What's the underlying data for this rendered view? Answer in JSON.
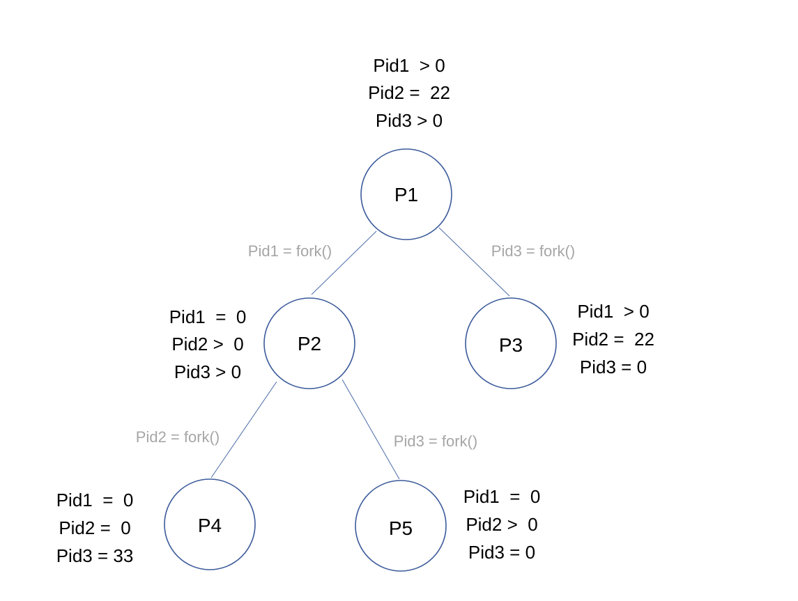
{
  "nodes": [
    {
      "id": "p1",
      "label": "P1",
      "vars": [
        "Pid1  > 0",
        "Pid2 =  22",
        "Pid3 > 0"
      ]
    },
    {
      "id": "p2",
      "label": "P2",
      "vars": [
        "Pid1  =  0",
        "Pid2 >  0",
        "Pid3 > 0"
      ]
    },
    {
      "id": "p3",
      "label": "P3",
      "vars": [
        "Pid1  > 0",
        "Pid2 =  22",
        "Pid3 = 0"
      ]
    },
    {
      "id": "p4",
      "label": "P4",
      "vars": [
        "Pid1  =  0",
        "Pid2 =  0",
        "Pid3 = 33"
      ]
    },
    {
      "id": "p5",
      "label": "P5",
      "vars": [
        "Pid1  =  0",
        "Pid2 >  0",
        "Pid3 = 0"
      ]
    }
  ],
  "edges": [
    {
      "from": "p1",
      "to": "p2",
      "label": "Pid1 = fork()"
    },
    {
      "from": "p1",
      "to": "p3",
      "label": "Pid3 = fork()"
    },
    {
      "from": "p2",
      "to": "p4",
      "label": "Pid2 = fork()"
    },
    {
      "from": "p2",
      "to": "p5",
      "label": "Pid3 = fork()"
    }
  ]
}
